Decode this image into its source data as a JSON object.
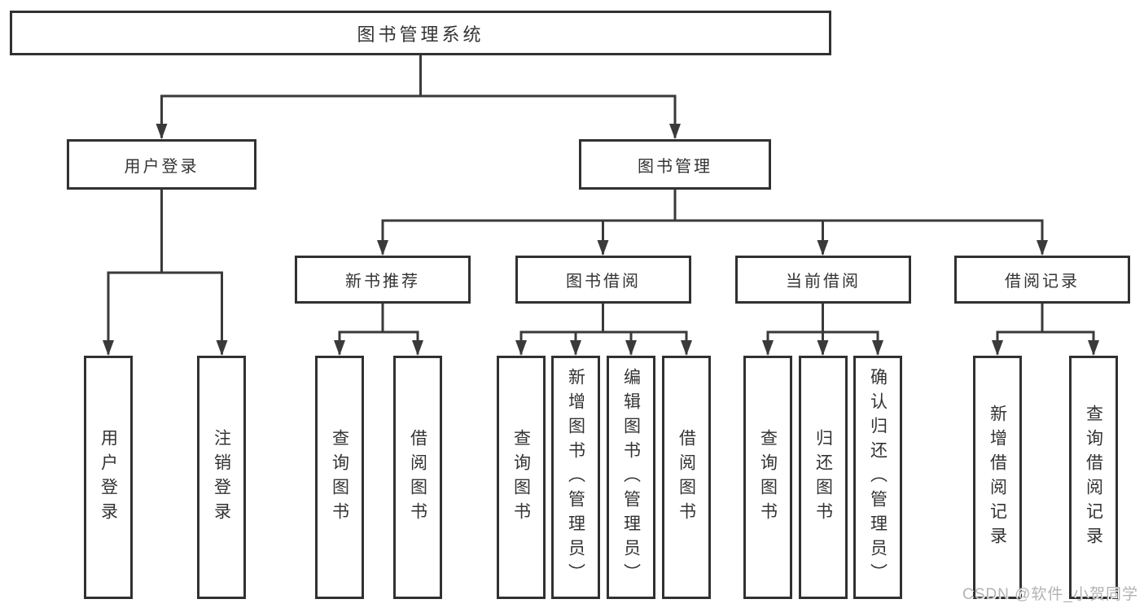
{
  "diagram": {
    "type": "hierarchy-chart",
    "root": {
      "label": "图书管理系统",
      "children": [
        {
          "label": "用户登录",
          "children": [
            {
              "label": "用户登录"
            },
            {
              "label": "注销登录"
            }
          ]
        },
        {
          "label": "图书管理",
          "children": [
            {
              "label": "新书推荐",
              "children": [
                {
                  "label": "查询图书"
                },
                {
                  "label": "借阅图书"
                }
              ]
            },
            {
              "label": "图书借阅",
              "children": [
                {
                  "label": "查询图书"
                },
                {
                  "label": "新增图书（管理员）"
                },
                {
                  "label": "编辑图书（管理员）"
                },
                {
                  "label": "借阅图书"
                }
              ]
            },
            {
              "label": "当前借阅",
              "children": [
                {
                  "label": "查询图书"
                },
                {
                  "label": "归还图书"
                },
                {
                  "label": "确认归还（管理员）"
                }
              ]
            },
            {
              "label": "借阅记录",
              "children": [
                {
                  "label": "新增借阅记录"
                },
                {
                  "label": "查询借阅记录"
                }
              ]
            }
          ]
        }
      ]
    }
  },
  "watermark": "CSDN @软件_小贺同学",
  "colors": {
    "line": "#3a3a3a",
    "box_border": "#313131",
    "text": "#333333",
    "watermark": "#b3b3b3",
    "background": "#ffffff"
  }
}
